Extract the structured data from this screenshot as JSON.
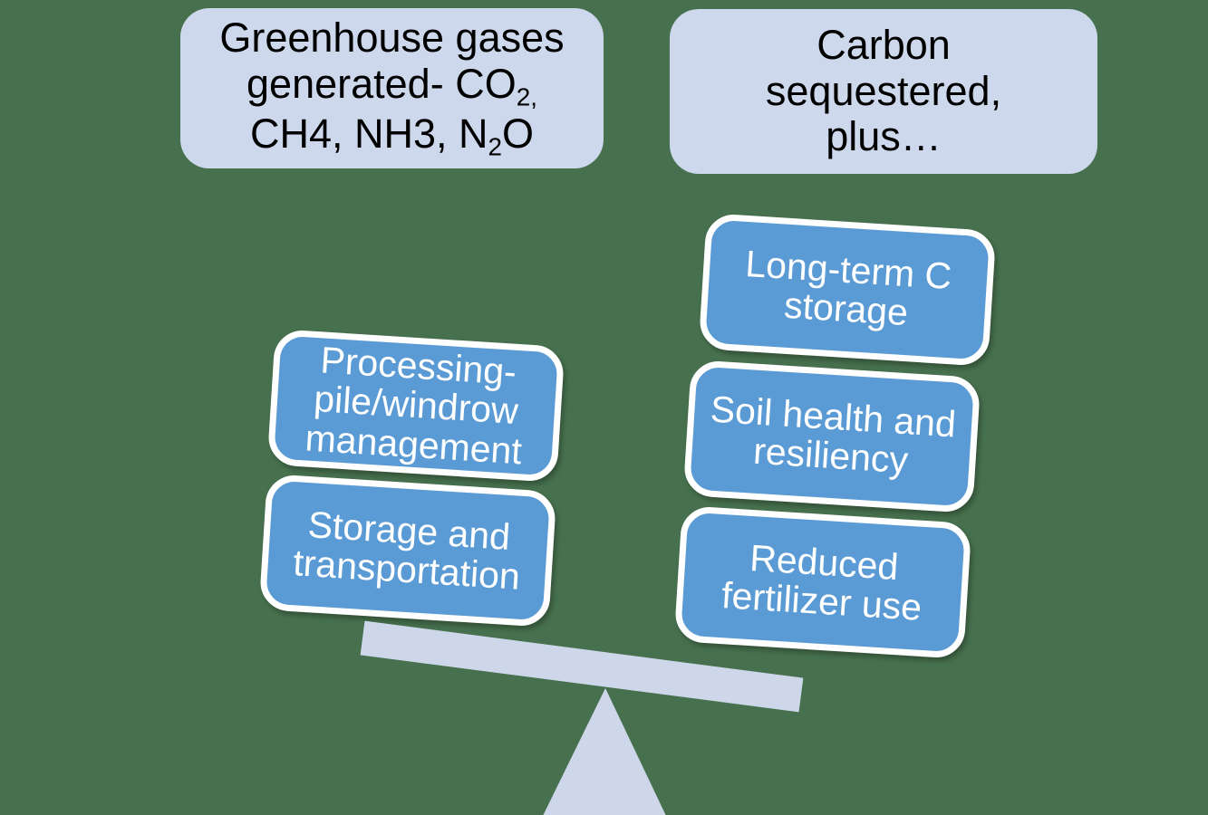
{
  "canvas": {
    "background": "#47714E"
  },
  "colors": {
    "header_panel_fill": "#CDD8EC",
    "header_text": "#000000",
    "item_box_fill": "#5B9BD5",
    "item_box_border": "#FFFFFF",
    "item_box_text": "#FFFFFF",
    "beam_fill": "#CDD7E9"
  },
  "left_header": {
    "lines": [
      [
        {
          "text": "Greenhouse gases"
        }
      ],
      [
        {
          "text": "generated- CO"
        },
        {
          "text": "2,",
          "sub": true
        }
      ],
      [
        {
          "text": "CH4, NH3, N"
        },
        {
          "text": "2",
          "sub": true
        },
        {
          "text": "O"
        }
      ]
    ],
    "plain_text": "Greenhouse gases generated- CO2, CH4, NH3, N2O"
  },
  "right_header": {
    "lines": [
      [
        {
          "text": "Carbon"
        }
      ],
      [
        {
          "text": "sequestered,"
        }
      ],
      [
        {
          "text": "plus…"
        }
      ]
    ],
    "plain_text": "Carbon sequestered, plus…"
  },
  "left_items": [
    {
      "label": "Processing-\npile/windrow\nmanagement"
    },
    {
      "label": "Storage and\ntransportation"
    }
  ],
  "right_items": [
    {
      "label": "Long-term C\nstorage"
    },
    {
      "label": "Soil health and\nresiliency"
    },
    {
      "label": "Reduced\nfertilizer use"
    }
  ],
  "balance": {
    "beam_icon": "seesaw-beam",
    "fulcrum_icon": "fulcrum-triangle",
    "tilt": "down-right"
  }
}
